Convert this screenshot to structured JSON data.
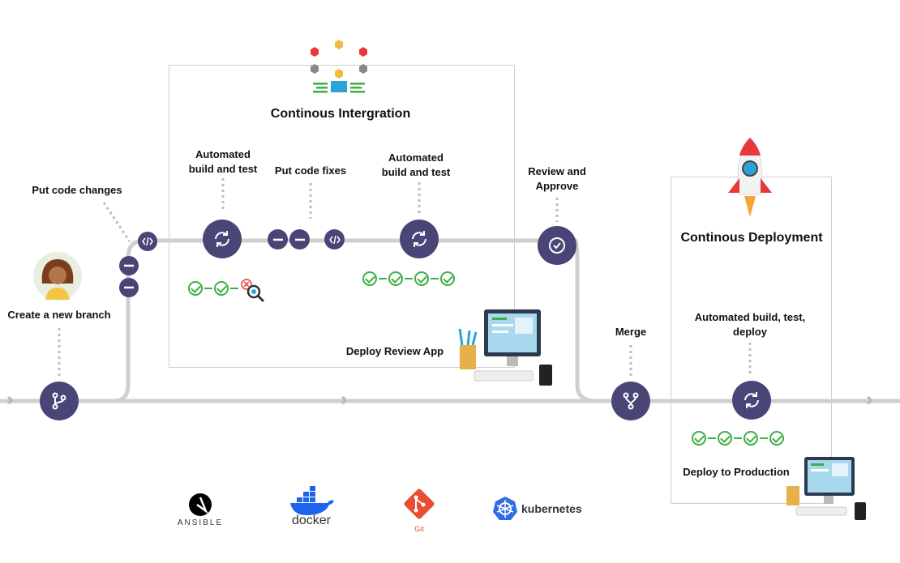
{
  "ci": {
    "title": "Continous Intergration"
  },
  "cd": {
    "title": "Continous Deployment"
  },
  "labels": {
    "put_code_changes": "Put code changes",
    "create_branch": "Create a new branch",
    "auto_build_test_1": "Automated build and test",
    "put_code_fixes": "Put code fixes",
    "auto_build_test_2": "Automated build and test",
    "review_approve": "Review and Approve",
    "deploy_review_app": "Deploy Review App",
    "merge": "Merge",
    "auto_build_test_deploy": "Automated build, test, deploy",
    "deploy_production": "Deploy to Production"
  },
  "tools": [
    {
      "name": "ansible",
      "label": "ANSIBLE",
      "color": "#000000"
    },
    {
      "name": "docker",
      "label": "docker",
      "color": "#1d63ed"
    },
    {
      "name": "git",
      "label": "Git",
      "color": "#e84e31"
    },
    {
      "name": "kubernetes",
      "label": "kubernetes",
      "color": "#326ce5"
    }
  ],
  "colors": {
    "node": "#4a4577",
    "check": "#3cb043",
    "line": "#cfcfcf"
  }
}
